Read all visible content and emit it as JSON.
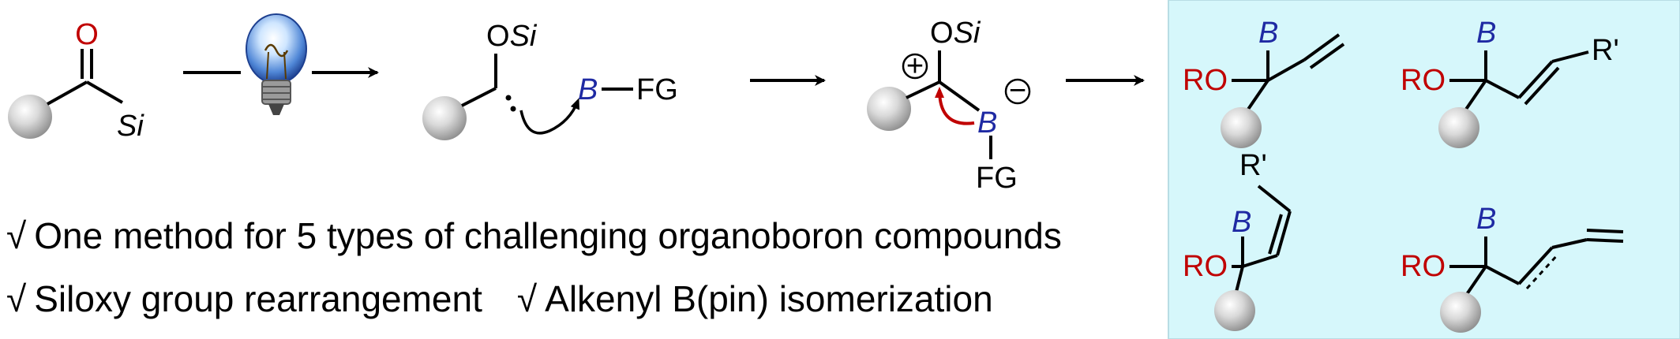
{
  "colors": {
    "red": "#c00000",
    "blue": "#1f2aa3",
    "black": "#000000",
    "panel": "#d6f7fb",
    "ball": "#bdbdbd"
  },
  "labels": {
    "O": "O",
    "Si": "Si",
    "OSi": "OSi",
    "O_part": "O",
    "Si_part": "Si",
    "B": "B",
    "FG": "FG",
    "plus": "+",
    "minus": "−",
    "RO": "RO",
    "R_prime": "R'"
  },
  "bullets": {
    "check": "√",
    "line1": "One method for 5 types of challenging organoboron compounds",
    "line2a": "Siloxy group rearrangement",
    "line2b": "Alkenyl B(pin) isomerization"
  }
}
